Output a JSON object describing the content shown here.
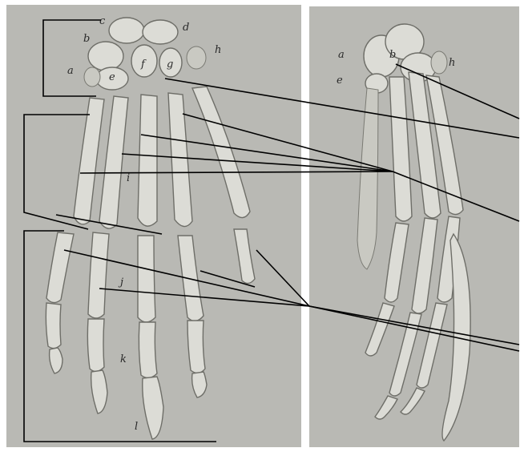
{
  "left_plate_labels": {
    "a": "a",
    "b": "b",
    "c": "c",
    "d": "d",
    "e": "e",
    "f": "f",
    "g": "g",
    "h": "h",
    "i": "i",
    "j": "j",
    "k": "k",
    "l": "l"
  },
  "right_plate_labels": {
    "a": "a",
    "b": "b",
    "e": "e",
    "h": "h"
  },
  "colors": {
    "plate": "#b9b9b4",
    "bone": "#dcdcd6",
    "ink": "#000000"
  }
}
